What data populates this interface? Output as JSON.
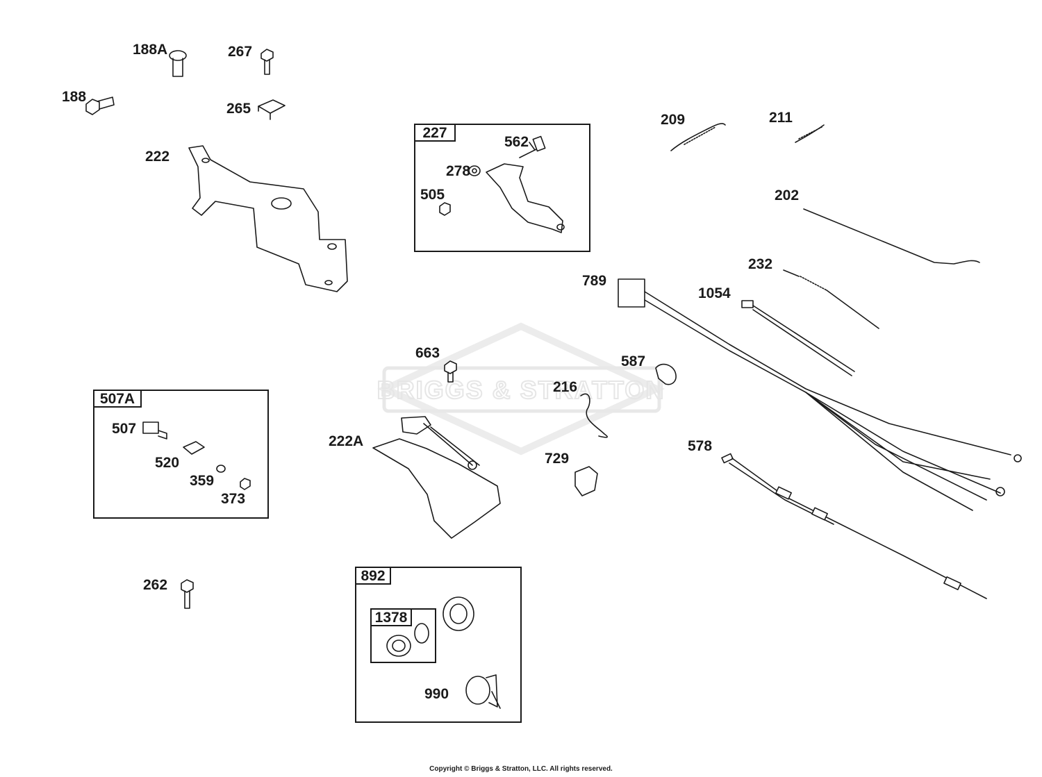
{
  "watermark": {
    "brand": "BRIGGS & STRATTON"
  },
  "labels": {
    "p188A": "188A",
    "p267": "267",
    "p188": "188",
    "p265": "265",
    "p222": "222",
    "p562": "562",
    "p278": "278",
    "p505": "505",
    "p209": "209",
    "p211": "211",
    "p202": "202",
    "p232": "232",
    "p789": "789",
    "p1054": "1054",
    "p663": "663",
    "p587": "587",
    "p216": "216",
    "p222A": "222A",
    "p729": "729",
    "p578": "578",
    "p507": "507",
    "p520": "520",
    "p359": "359",
    "p373": "373",
    "p262": "262",
    "p990": "990"
  },
  "boxes": {
    "b227": "227",
    "b507A": "507A",
    "b892": "892",
    "b1378": "1378"
  },
  "footer": {
    "copyright": "Copyright © Briggs & Stratton, LLC. All rights reserved."
  }
}
